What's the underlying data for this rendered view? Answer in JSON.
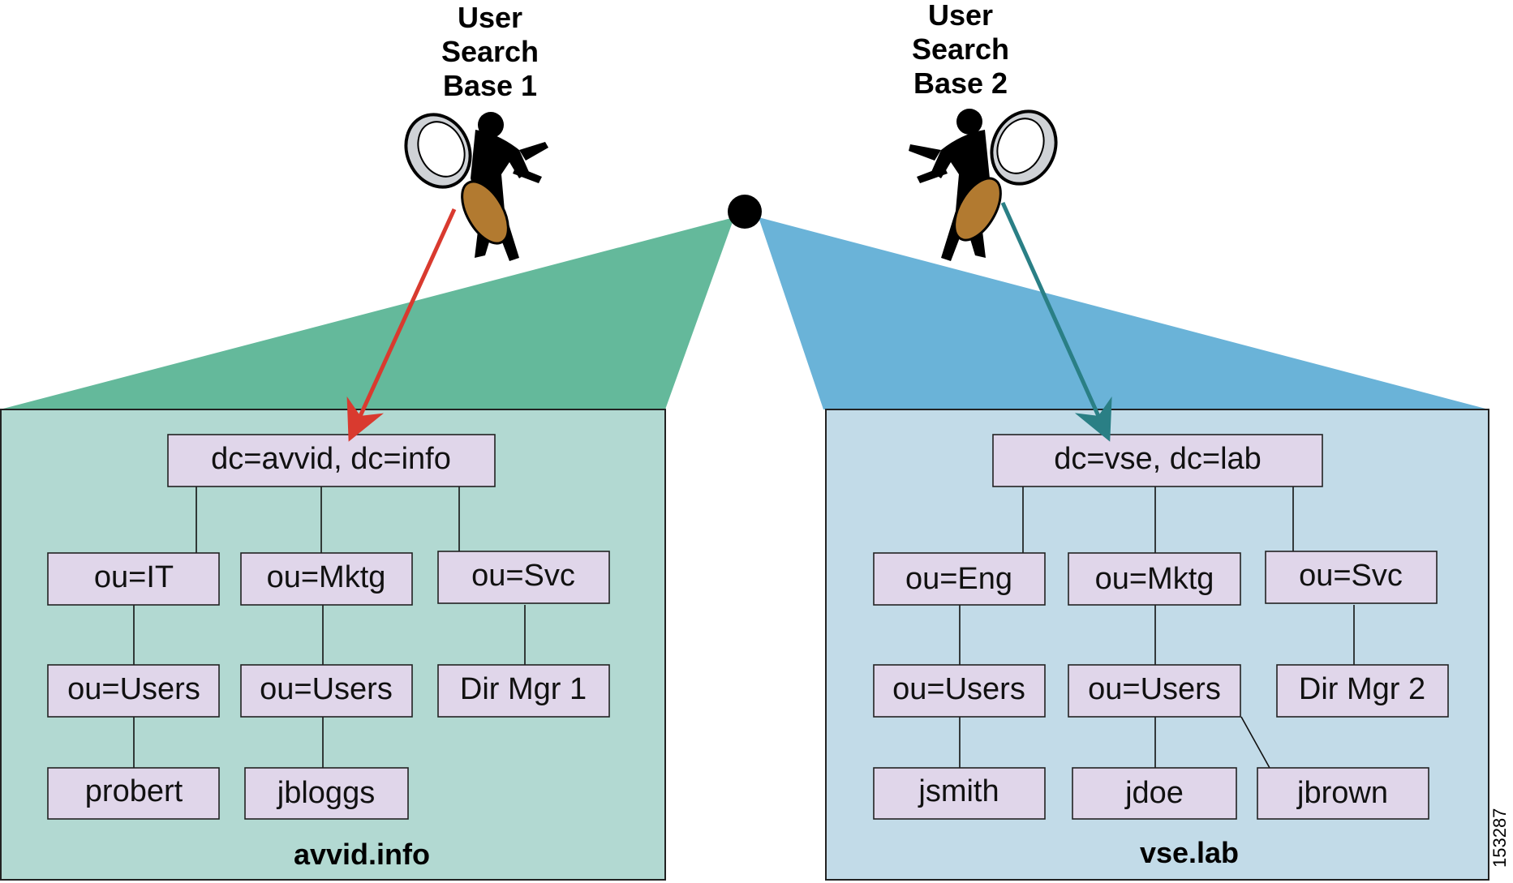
{
  "colors": {
    "left_wedge": "#64b99b",
    "left_panel": "#b2d9d2",
    "right_wedge": "#6ab3d8",
    "right_panel": "#c2dbe8",
    "node_fill": "#e0d6ea",
    "arrow_left": "#d93a2f",
    "arrow_right": "#2a7f85",
    "lens_handle": "#b27a30"
  },
  "search_bases": [
    {
      "line1": "User",
      "line2": "Search",
      "line3": "Base 1",
      "icon": "magnifier-person-icon"
    },
    {
      "line1": "User",
      "line2": "Search",
      "line3": "Base 2",
      "icon": "magnifier-person-icon"
    }
  ],
  "left_tree": {
    "domain": "avvid.info",
    "root": "dc=avvid, dc=info",
    "ou_it": "ou=IT",
    "ou_mktg": "ou=Mktg",
    "ou_svc": "ou=Svc",
    "ou_users_it": "ou=Users",
    "ou_users_mktg": "ou=Users",
    "dir_mgr": "Dir Mgr 1",
    "user_probert": "probert",
    "user_jbloggs": "jbloggs"
  },
  "right_tree": {
    "domain": "vse.lab",
    "root": "dc=vse, dc=lab",
    "ou_eng": "ou=Eng",
    "ou_mktg": "ou=Mktg",
    "ou_svc": "ou=Svc",
    "ou_users_eng": "ou=Users",
    "ou_users_mktg": "ou=Users",
    "dir_mgr": "Dir Mgr 2",
    "user_jsmith": "jsmith",
    "user_jdoe": "jdoe",
    "user_jbrown": "jbrown"
  },
  "figure_id": "153287"
}
